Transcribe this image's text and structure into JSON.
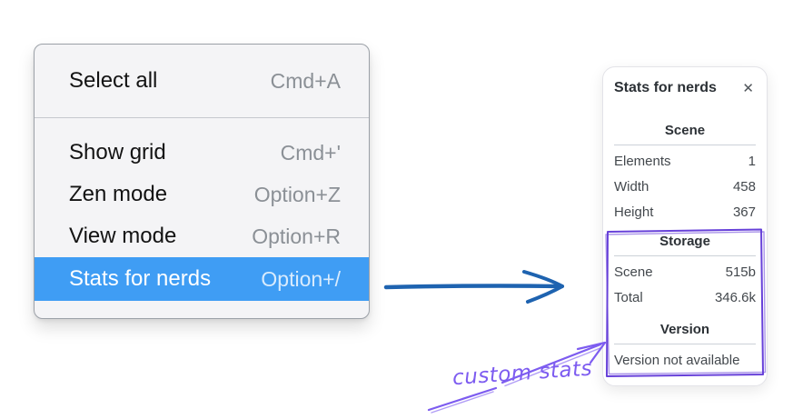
{
  "menu": {
    "items": [
      {
        "label": "Select all",
        "shortcut": "Cmd+A"
      },
      {
        "label": "Show grid",
        "shortcut": "Cmd+'"
      },
      {
        "label": "Zen mode",
        "shortcut": "Option+Z"
      },
      {
        "label": "View mode",
        "shortcut": "Option+R"
      },
      {
        "label": "Stats for nerds",
        "shortcut": "Option+/",
        "selected": true
      }
    ],
    "highlight_color": "#3f9df4"
  },
  "stats_panel": {
    "title": "Stats for nerds",
    "close_icon": "✕",
    "sections": [
      {
        "header": "Scene",
        "rows": [
          {
            "label": "Elements",
            "value": "1"
          },
          {
            "label": "Width",
            "value": "458"
          },
          {
            "label": "Height",
            "value": "367"
          }
        ]
      },
      {
        "header": "Storage",
        "rows": [
          {
            "label": "Scene",
            "value": "515b"
          },
          {
            "label": "Total",
            "value": "346.6k"
          }
        ]
      },
      {
        "header": "Version",
        "note": "Version not available"
      }
    ]
  },
  "annotations": {
    "label": "custom stats",
    "label_color": "#7d5cf0",
    "box_color": "#6741d9",
    "flow_arrow_color": "#1e63b0"
  }
}
